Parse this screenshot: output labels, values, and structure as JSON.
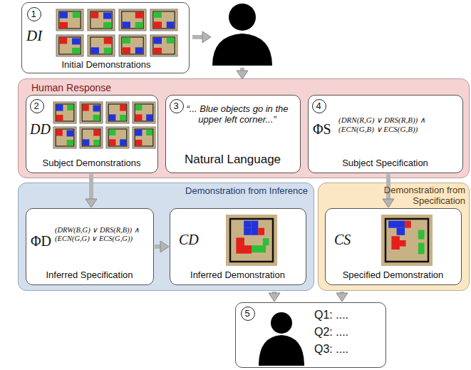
{
  "diagram": {
    "nodes": [
      {
        "text": [
          "DI",
          "Initial Demonstrations"
        ]
      },
      {
        "text": [
          "1"
        ],
        "in": 0
      },
      {
        "text": [
          "Human Response"
        ]
      },
      {
        "text": [
          "DD",
          "Subject Demonstrations"
        ],
        "in": 2
      },
      {
        "text": [
          "2"
        ],
        "in": 3
      },
      {
        "text": [
          "“... Blue objects go in the upper left corner...”",
          "Natural Language"
        ],
        "in": 2
      },
      {
        "text": [
          "3"
        ],
        "in": 5
      },
      {
        "text": [
          "ΦS",
          "(DRN(R,G) ∨ DRS(R,B)) ∧ (ECN(G,B) ∨ ECS(G,B))",
          "Subject Specification"
        ],
        "in": 2
      },
      {
        "text": [
          "4"
        ],
        "in": 7
      },
      {
        "text": [
          "Demonstration from Inference"
        ]
      },
      {
        "text": [
          "ΦD",
          "(DRW(B,G) ∨ DRS(R,B)) ∧ (ECN(G,G) ∨ ECS(G,G))",
          "Inferred Specification"
        ],
        "in": 9
      },
      {
        "text": [
          "CD",
          "Inferred Demonstration"
        ],
        "in": 9
      },
      {
        "text": [
          "Demonstration from Specification"
        ]
      },
      {
        "text": [
          "CS",
          "Specified Demonstration"
        ],
        "in": 12
      },
      {
        "text": [
          "Q1: ....",
          "Q2: ....",
          "Q3: ...."
        ]
      },
      {
        "text": [
          "5"
        ],
        "in": 14
      }
    ],
    "edges": [
      {
        "from": 3,
        "to": 10,
        "arrow": "to"
      },
      {
        "from": 10,
        "to": 11,
        "arrow": "to"
      },
      {
        "from": 7,
        "to": 13,
        "arrow": "to"
      },
      {
        "from": 9,
        "to": 14,
        "arrow": "to"
      },
      {
        "from": 12,
        "to": 14,
        "arrow": "to"
      }
    ]
  }
}
